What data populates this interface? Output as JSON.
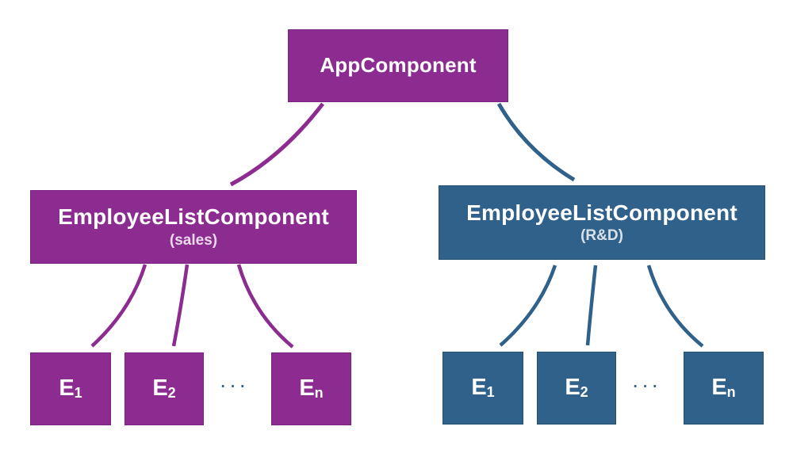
{
  "colors": {
    "purple": "#8d2c90",
    "purple-border": "#7a2380",
    "blue": "#30618b",
    "blue-border": "#26506f",
    "bg": "#ffffff"
  },
  "diagram": {
    "root": {
      "label": "AppComponent"
    },
    "sales": {
      "label": "EmployeeListComponent",
      "sublabel": "(sales)",
      "ellipsis": "···",
      "children": [
        {
          "base": "E",
          "sub": "1"
        },
        {
          "base": "E",
          "sub": "2"
        },
        {
          "base": "E",
          "sub": "n"
        }
      ]
    },
    "rd": {
      "label": "EmployeeListComponent",
      "sublabel": "(R&D)",
      "ellipsis": "···",
      "children": [
        {
          "base": "E",
          "sub": "1"
        },
        {
          "base": "E",
          "sub": "2"
        },
        {
          "base": "E",
          "sub": "n"
        }
      ]
    }
  }
}
